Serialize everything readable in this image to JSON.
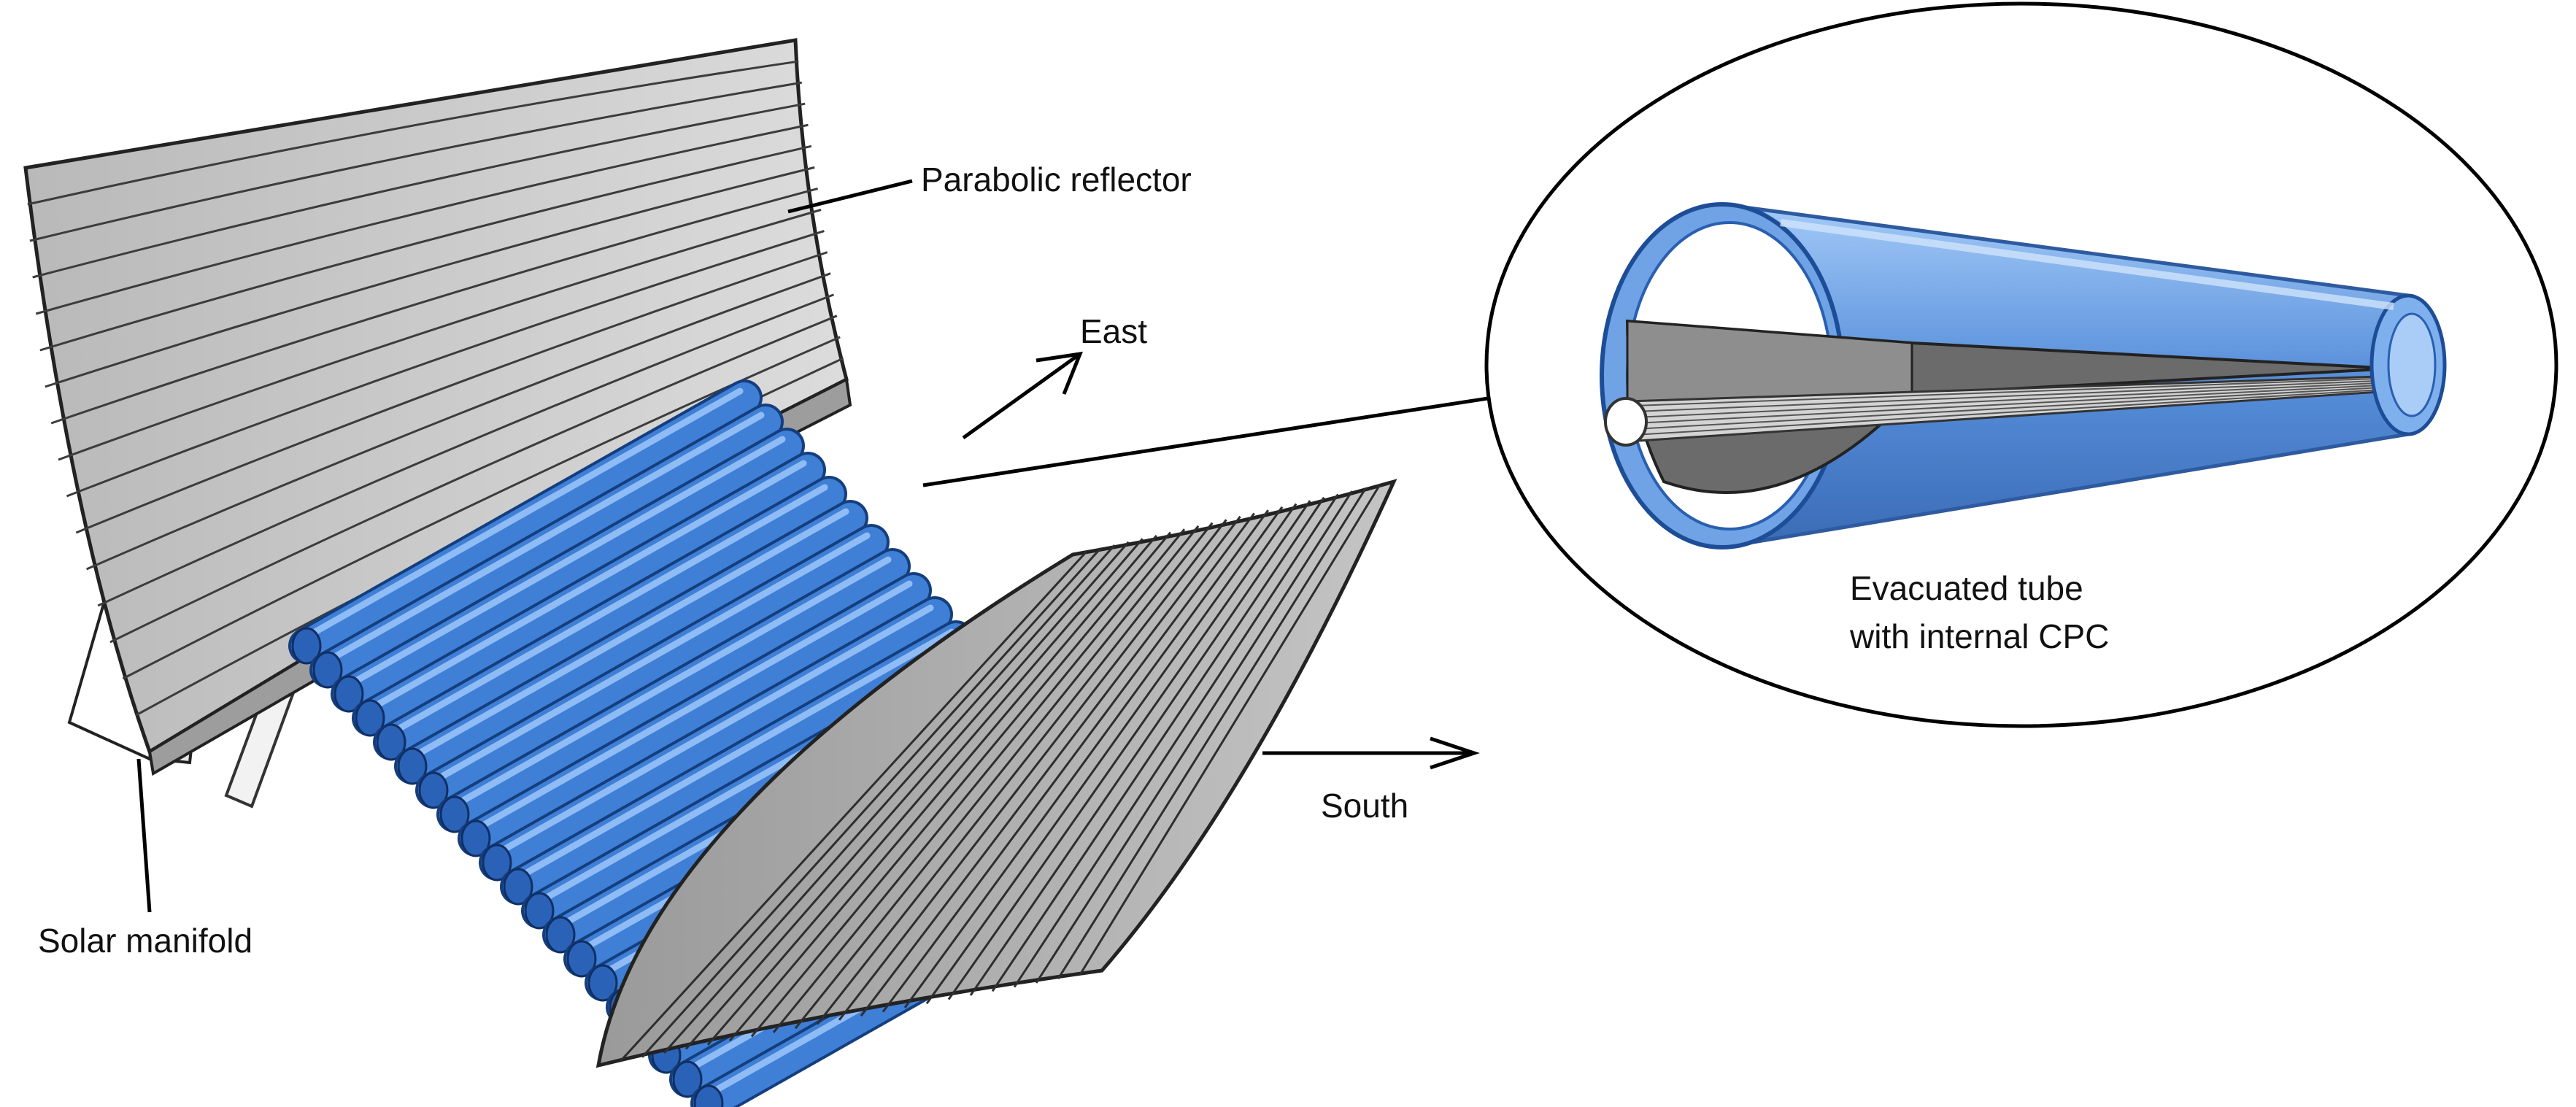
{
  "labels": {
    "parabolic_reflector": "Parabolic reflector",
    "east": "East",
    "south": "South",
    "solar_manifold": "Solar manifold",
    "evacuated_tube_line1": "Evacuated tube",
    "evacuated_tube_line2": "with internal CPC"
  },
  "components": {
    "tube_count": 20,
    "icons": [
      "parabolic-reflector-icon",
      "evacuated-tube-icon",
      "solar-manifold-icon",
      "east-arrow-icon",
      "south-arrow-icon",
      "detail-callout-icon"
    ]
  },
  "colors": {
    "tube_blue": "#3f7fd6",
    "tube_highlight": "#8fbcf5",
    "tube_dark": "#1e4f9c",
    "reflector_gray": "#c9c9c9",
    "reflector_dark": "#8c8c8c",
    "reflector_line": "#3c3c3c"
  }
}
